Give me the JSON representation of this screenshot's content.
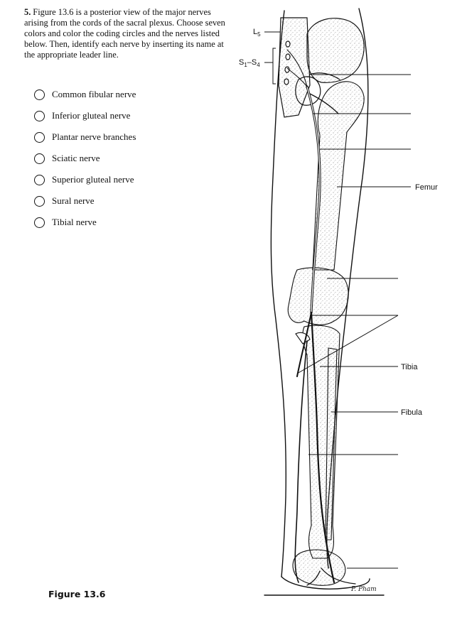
{
  "question": {
    "number": "5.",
    "text": "Figure 13.6 is a posterior view of the major nerves arising from the cords of the sacral plexus. Choose seven colors and color the coding circles and the nerves listed below. Then, identify each nerve by inserting its name at the appropriate leader line."
  },
  "nerves": [
    {
      "label": "Common fibular nerve"
    },
    {
      "label": "Inferior gluteal nerve"
    },
    {
      "label": "Plantar nerve branches"
    },
    {
      "label": "Sciatic nerve"
    },
    {
      "label": "Superior gluteal nerve"
    },
    {
      "label": "Sural nerve"
    },
    {
      "label": "Tibial nerve"
    }
  ],
  "figure": {
    "caption": "Figure 13.6",
    "labels": {
      "l5": {
        "main": "L",
        "sub": "5"
      },
      "s1s4": {
        "main1": "S",
        "sub1": "1",
        "dash": "–S",
        "sub2": "4"
      },
      "femur": "Femur",
      "tibia": "Tibia",
      "fibula": "Fibula"
    },
    "signature": "P. Pham"
  }
}
